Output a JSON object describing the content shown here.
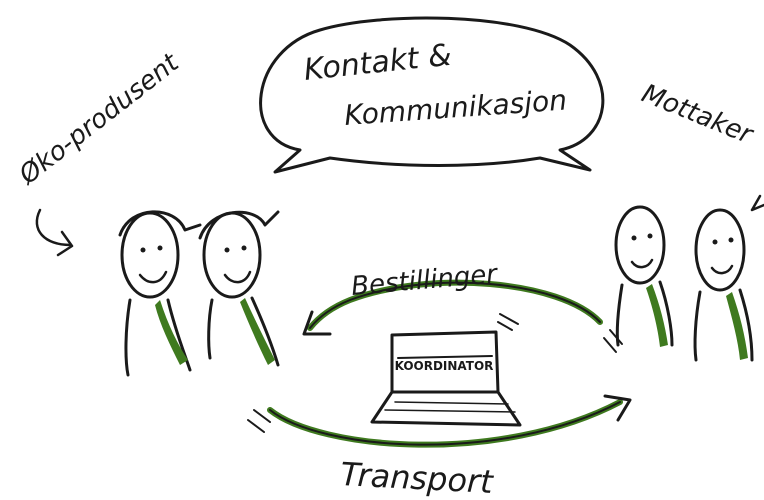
{
  "speech_bubble": {
    "line1": "Kontakt &",
    "line2": "Kommunikasjon"
  },
  "labels": {
    "producer": "Øko-produsent",
    "receiver": "Mottaker",
    "orders": "Bestillinger",
    "transport": "Transport",
    "coordinator": "KOORDINATOR"
  },
  "colors": {
    "ink": "#1a1a1a",
    "accent_green": "#3f7a1f",
    "background": "#ffffff"
  },
  "icons": {
    "laptop": "laptop-icon",
    "person": "person-figure-icon"
  }
}
